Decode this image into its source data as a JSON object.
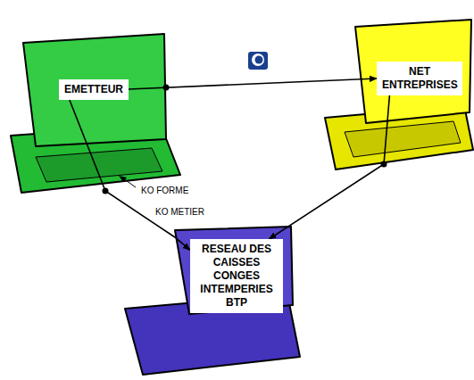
{
  "diagram": {
    "nodes": [
      {
        "text": [
          "EMETTEUR"
        ]
      },
      {
        "text": [
          "NET ENTREPRISES"
        ]
      },
      {
        "text": [
          "RESEAU DES CAISSES CONGES INTEMPERIES BTP"
        ]
      }
    ],
    "edges": [
      {
        "from": 0,
        "to": 1,
        "arrow": "to"
      },
      {
        "from": 1,
        "to": 2,
        "arrow": "to"
      },
      {
        "from": 0,
        "to": 2,
        "arrow": "to"
      }
    ],
    "labels": [
      "KO FORME",
      "KO METIER"
    ]
  }
}
